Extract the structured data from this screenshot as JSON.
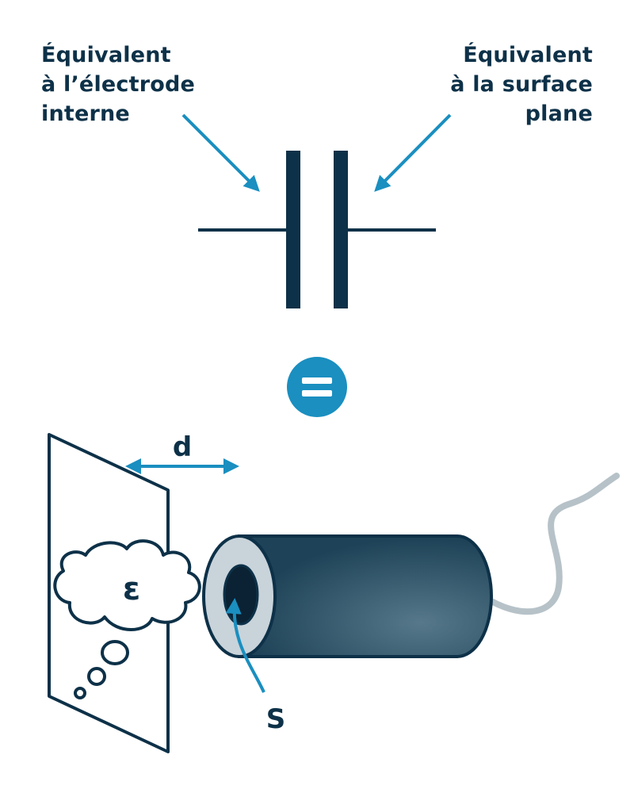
{
  "labels": {
    "inner_electrode": [
      "Équivalent",
      "à l’électrode",
      "interne"
    ],
    "flat_surface": [
      "Équivalent",
      "à la surface",
      "plane"
    ]
  },
  "symbols": {
    "equals": "=",
    "distance": "d",
    "permittivity": "ε",
    "surface": "S"
  },
  "colors": {
    "navy": "#0d3148",
    "accent_blue": "#1a8fc0",
    "cylinder_dark": "#1e4257",
    "cylinder_light": "#56788a",
    "ring_gray": "#c9d3da",
    "cable_gray": "#b6c2c8"
  }
}
